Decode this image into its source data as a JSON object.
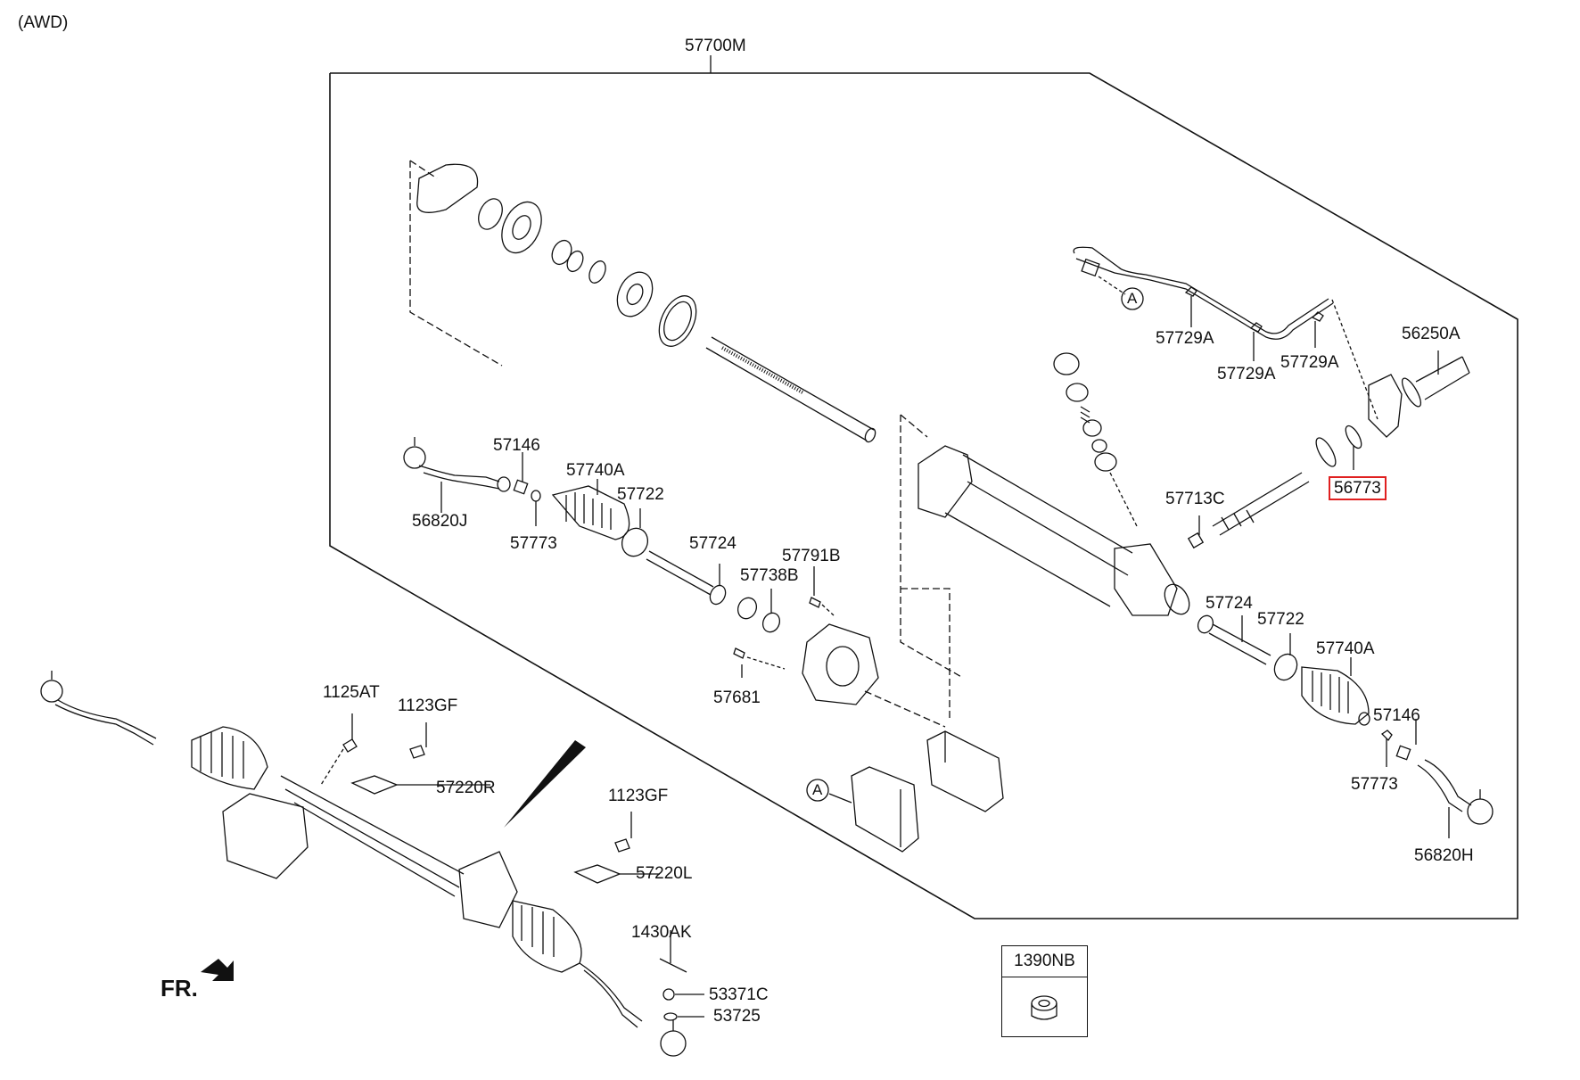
{
  "diagram": {
    "variant": "(AWD)",
    "assembly_label": "57700M",
    "direction_indicator": "FR.",
    "reference_marker": "A",
    "highlight_color": "#e02020",
    "highlighted_part": "56773",
    "callout_box": {
      "part_number": "1390NB",
      "icon": "nut-icon"
    },
    "labels": {
      "p56820J": "56820J",
      "p57146_l": "57146",
      "p57773_l": "57773",
      "p57740A_l": "57740A",
      "p57722_l": "57722",
      "p57724_l": "57724",
      "p57738B": "57738B",
      "p57791B": "57791B",
      "p57681": "57681",
      "p57729A_1": "57729A",
      "p57729A_2": "57729A",
      "p57729A_3": "57729A",
      "p56250A": "56250A",
      "p56773": "56773",
      "p57713C": "57713C",
      "p57724_r": "57724",
      "p57722_r": "57722",
      "p57740A_r": "57740A",
      "p57146_r": "57146",
      "p57773_r": "57773",
      "p56820H": "56820H",
      "p1125AT": "1125AT",
      "p1123GF_1": "1123GF",
      "p57220R": "57220R",
      "p1123GF_2": "1123GF",
      "p57220L": "57220L",
      "p1430AK": "1430AK",
      "p53371C": "53371C",
      "p53725": "53725"
    }
  }
}
